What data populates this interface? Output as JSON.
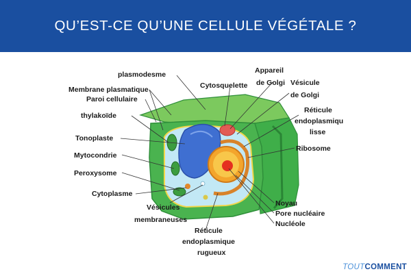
{
  "header": {
    "title": "QU’EST-CE QU’UNE CELLULE VÉGÉTALE ?"
  },
  "colors": {
    "header_bg": "#1a4fa0",
    "wall": "#3fae49",
    "wall_light": "#8fd36f",
    "cytoplasm": "#bfe6f3",
    "vacuole": "#3f6fd1",
    "nucleus": "#f3a52c"
  },
  "labels": {
    "plasmodesme": "plasmodesme",
    "membrane_plasmatique": "Membrane plasmatique",
    "paroi_cellulaire": "Paroi cellulaire",
    "thylakoide": "thylakoïde",
    "tonoplaste": "Tonoplaste",
    "mytocondrie": "Mytocondrie",
    "peroxysome": "Peroxysome",
    "cytoplasme": "Cytoplasme",
    "vesicules_1": "Vésicules",
    "vesicules_2": "membraneuses",
    "reticule_rugueux_1": "Réticule",
    "reticule_rugueux_2": "endoplasmique",
    "reticule_rugueux_3": "rugueux",
    "cytosquelette": "Cytosquelette",
    "appareil_golgi_1": "Appareil",
    "appareil_golgi_2": "de Golgi",
    "vesicule_golgi_1": "Vésicule",
    "vesicule_golgi_2": "de Golgi",
    "reticule_lisse_1": "Réticule",
    "reticule_lisse_2": "endoplasmiqu",
    "reticule_lisse_3": "lisse",
    "ribosome": "Ribosome",
    "noyau": "Noyau",
    "pore_nucleaire": "Pore nucléaire",
    "nucleole": "Nucléole"
  },
  "brand": {
    "part1": "TOUT",
    "part2": "COMMENT"
  }
}
